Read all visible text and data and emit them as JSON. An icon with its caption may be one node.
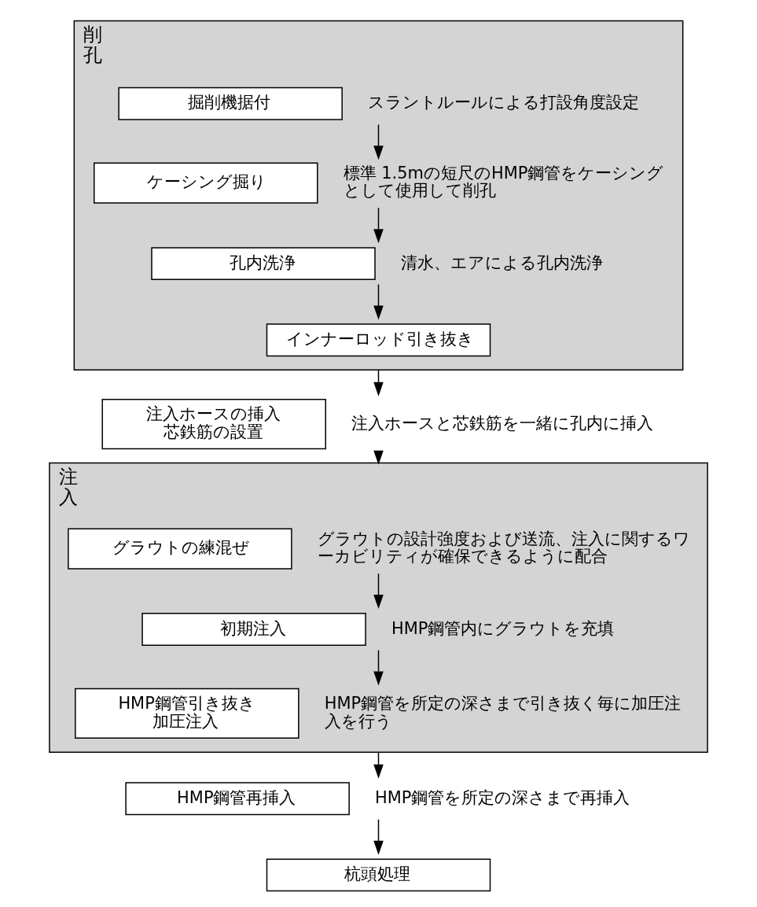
{
  "diagram": {
    "nodes": [
      {
        "text": [
          "削孔"
        ]
      },
      {
        "text": [
          "掘削機据付"
        ],
        "in": 0,
        "beside": [
          "スラントルールによる打設角度設定"
        ]
      },
      {
        "text": [
          "ケーシング掘り"
        ],
        "in": 0,
        "beside": [
          "標準 1.5mの短尺のHMP鋼管をケーシングとして使用して削孔"
        ]
      },
      {
        "text": [
          "孔内洗浄"
        ],
        "in": 0,
        "beside": [
          "清水、エアによる孔内洗浄"
        ]
      },
      {
        "text": [
          "インナーロッド引き抜き"
        ],
        "in": 0
      },
      {
        "text": [
          "注入ホースの挿入",
          "芯鉄筋の設置"
        ],
        "beside": [
          "注入ホースと芯鉄筋を一緒に孔内に挿入"
        ]
      },
      {
        "text": [
          "注入"
        ]
      },
      {
        "text": [
          "グラウトの練混ぜ"
        ],
        "in": 6,
        "beside": [
          "グラウトの設計強度および送流、注入に関するワーカビリティが確保できるように配合"
        ]
      },
      {
        "text": [
          "初期注入"
        ],
        "in": 6,
        "beside": [
          "HMP鋼管内にグラウトを充填"
        ]
      },
      {
        "text": [
          "HMP鋼管引き抜き",
          "加圧注入"
        ],
        "in": 6,
        "beside": [
          "HMP鋼管を所定の深さまで引き抜く毎に加圧注入を行う"
        ]
      },
      {
        "text": [
          "HMP鋼管再挿入"
        ],
        "beside": [
          "HMP鋼管を所定の深さまで再挿入"
        ]
      },
      {
        "text": [
          "杭頭処理"
        ]
      }
    ],
    "edges": [
      {
        "from": 1,
        "to": 2,
        "arrow": "to"
      },
      {
        "from": 2,
        "to": 3,
        "arrow": "to"
      },
      {
        "from": 3,
        "to": 4,
        "arrow": "to"
      },
      {
        "from": 0,
        "to": 5,
        "arrow": "to"
      },
      {
        "from": 5,
        "to": 6,
        "arrow": "to"
      },
      {
        "from": 7,
        "to": 8,
        "arrow": "to"
      },
      {
        "from": 8,
        "to": 9,
        "arrow": "to"
      },
      {
        "from": 6,
        "to": 10,
        "arrow": "to"
      },
      {
        "from": 10,
        "to": 11,
        "arrow": "to"
      }
    ]
  }
}
